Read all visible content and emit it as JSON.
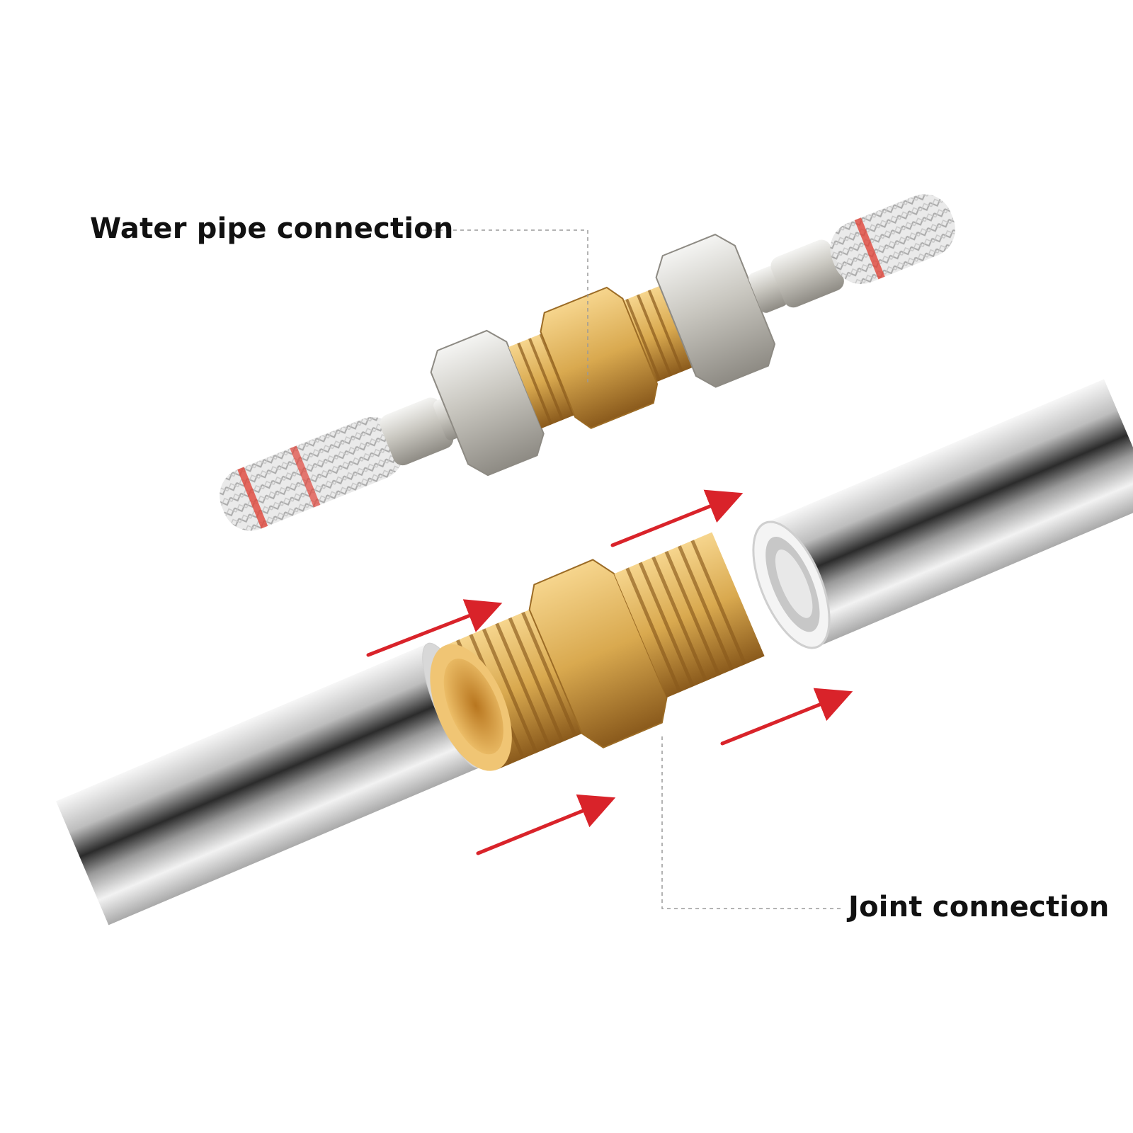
{
  "labels": {
    "water_pipe": "Water pipe connection",
    "joint": "Joint connection"
  },
  "colors": {
    "background": "#ffffff",
    "brass": "#d9a94f",
    "brass_dark": "#8a5a1c",
    "nickel": "#c9c9c9",
    "chrome": "#eaeaea",
    "arrow": "#d9232a",
    "braid_red": "#e0453a",
    "leader_line": "#9a9a9a"
  },
  "objects": [
    "braided-hose-left",
    "braided-hose-right",
    "compression-union",
    "hex-nipple-fitting",
    "chrome-pipe-left",
    "chrome-pipe-right",
    "direction-arrows"
  ]
}
